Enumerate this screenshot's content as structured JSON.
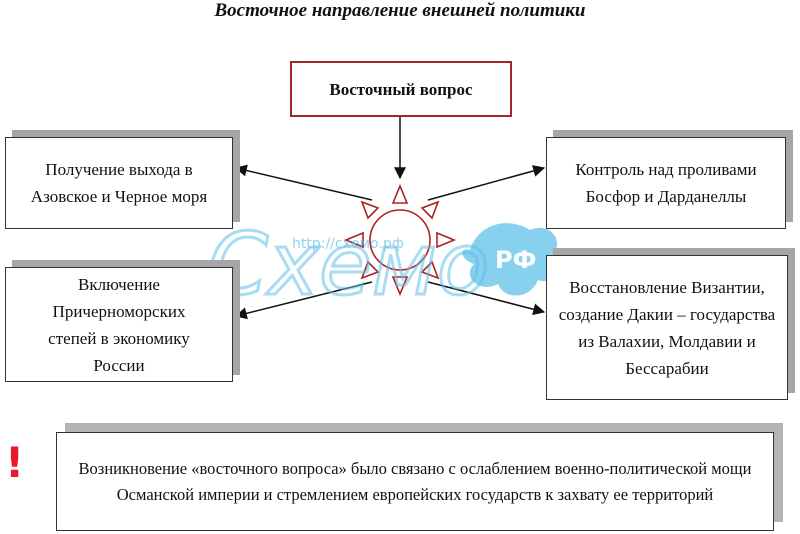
{
  "title": "Восточное направление внешней политики",
  "center": "Восточный вопрос",
  "boxes": {
    "left_top": "Получение выхода в Азовское и Черное моря",
    "left_bottom": "Включение Причерноморских степей в экономику России",
    "right_top": "Контроль над проливами Босфор и Дарданеллы",
    "right_bottom": "Восстановление Византии, создание Дакии – государства из Валахии, Молдавии и Бессарабии"
  },
  "note": {
    "mark": "!",
    "text": "Возникновение «восточного вопроса» было связано с ослаблением военно-политической мощи Османской империи и стремлением европейских государств к захвату ее территорий"
  },
  "watermark": {
    "logo": "Схемо",
    "badge": "РФ",
    "url": "http://схемо.рф"
  },
  "colors": {
    "accent_red": "#a02828",
    "sun_red": "#b22222",
    "watermark_blue": "#5fc0e8",
    "exclamation": "#e8192c",
    "shadow_gray": "#a6a6a6"
  }
}
